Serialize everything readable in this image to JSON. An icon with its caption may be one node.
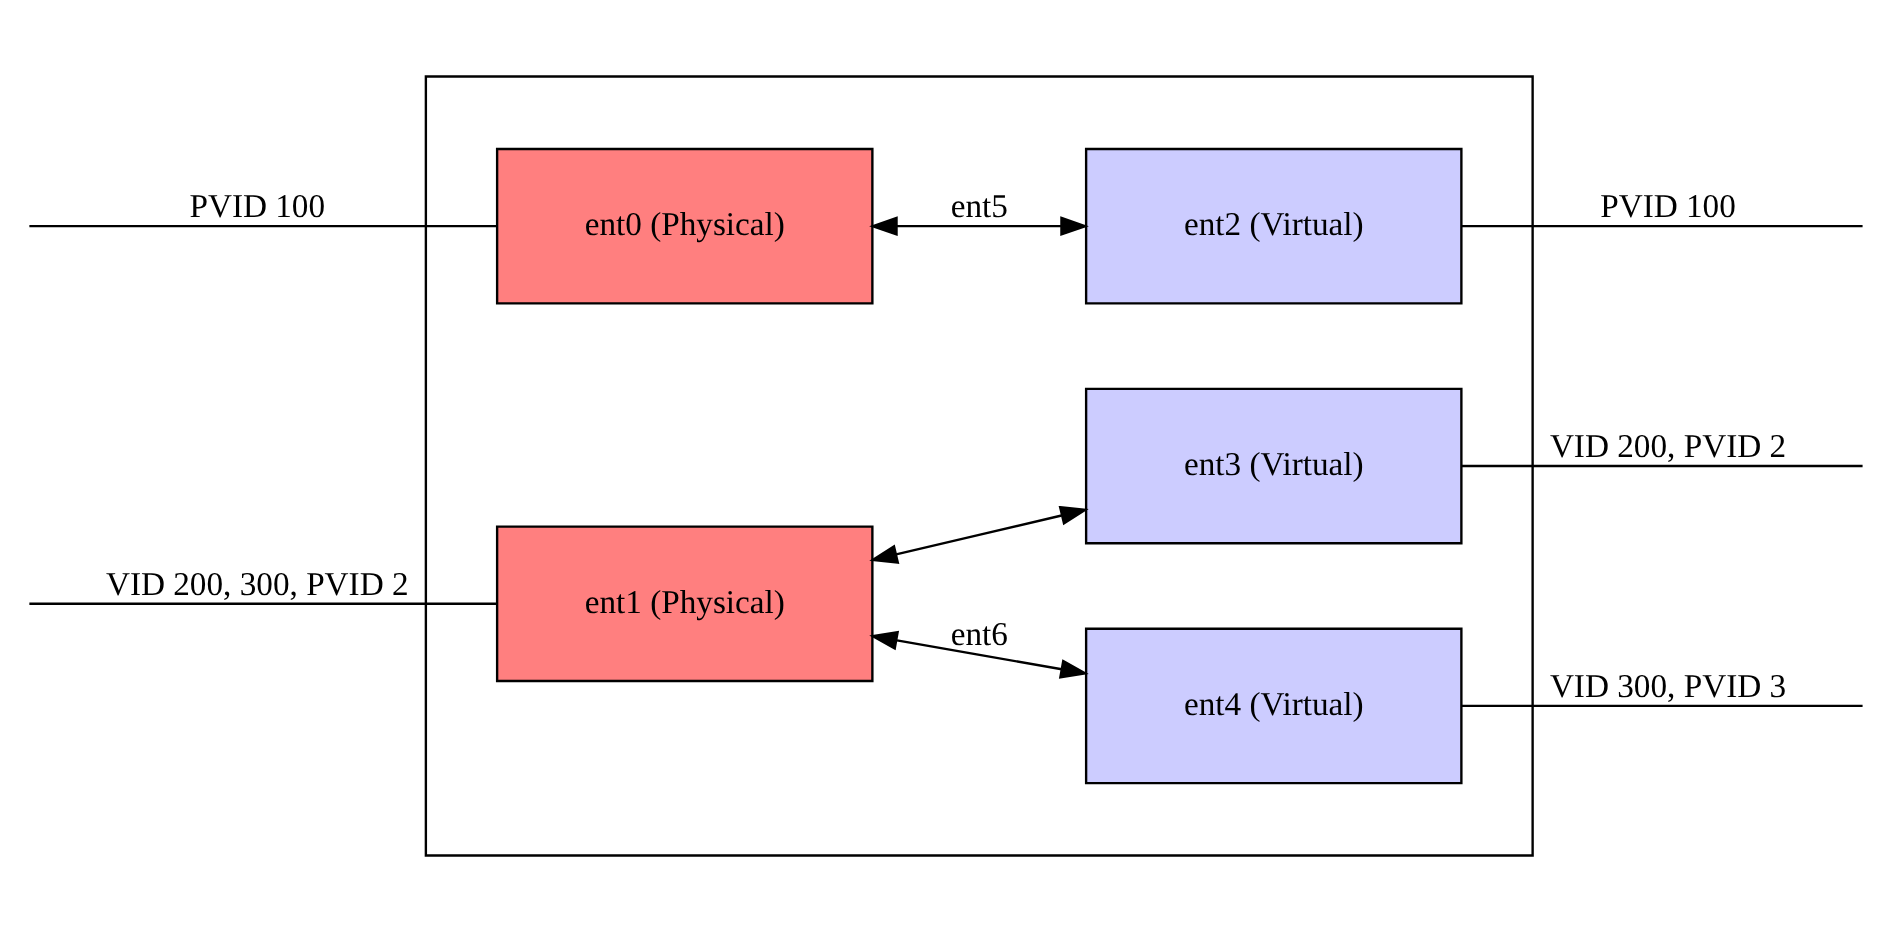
{
  "diagram": {
    "nodes": [
      {
        "text": [],
        "shape": "box"
      },
      {
        "text": [
          "ent0 (Physical)"
        ],
        "in": 0
      },
      {
        "text": [
          "ent2 (Virtual)"
        ],
        "in": 0
      },
      {
        "text": [
          "ent3 (Virtual)"
        ],
        "in": 0
      },
      {
        "text": [
          "ent1 (Physical)"
        ],
        "in": 0
      },
      {
        "text": [
          "ent4 (Virtual)"
        ],
        "in": 0
      }
    ],
    "edges": [
      {
        "from": null,
        "to": 1,
        "arrow": "none",
        "label": "PVID 100"
      },
      {
        "from": 1,
        "to": 2,
        "arrow": "both",
        "label": "ent5"
      },
      {
        "from": 2,
        "to": null,
        "arrow": "none",
        "label": "PVID 100"
      },
      {
        "from": 3,
        "to": null,
        "arrow": "none",
        "label": "VID 200, PVID 2"
      },
      {
        "from": null,
        "to": 4,
        "arrow": "none",
        "label": "VID 200, 300, PVID 2"
      },
      {
        "from": 4,
        "to": 3,
        "arrow": "both"
      },
      {
        "from": 4,
        "to": 5,
        "arrow": "both",
        "label": "ent6"
      },
      {
        "from": 5,
        "to": null,
        "arrow": "none",
        "label": "VID 300, PVID 3"
      }
    ]
  }
}
